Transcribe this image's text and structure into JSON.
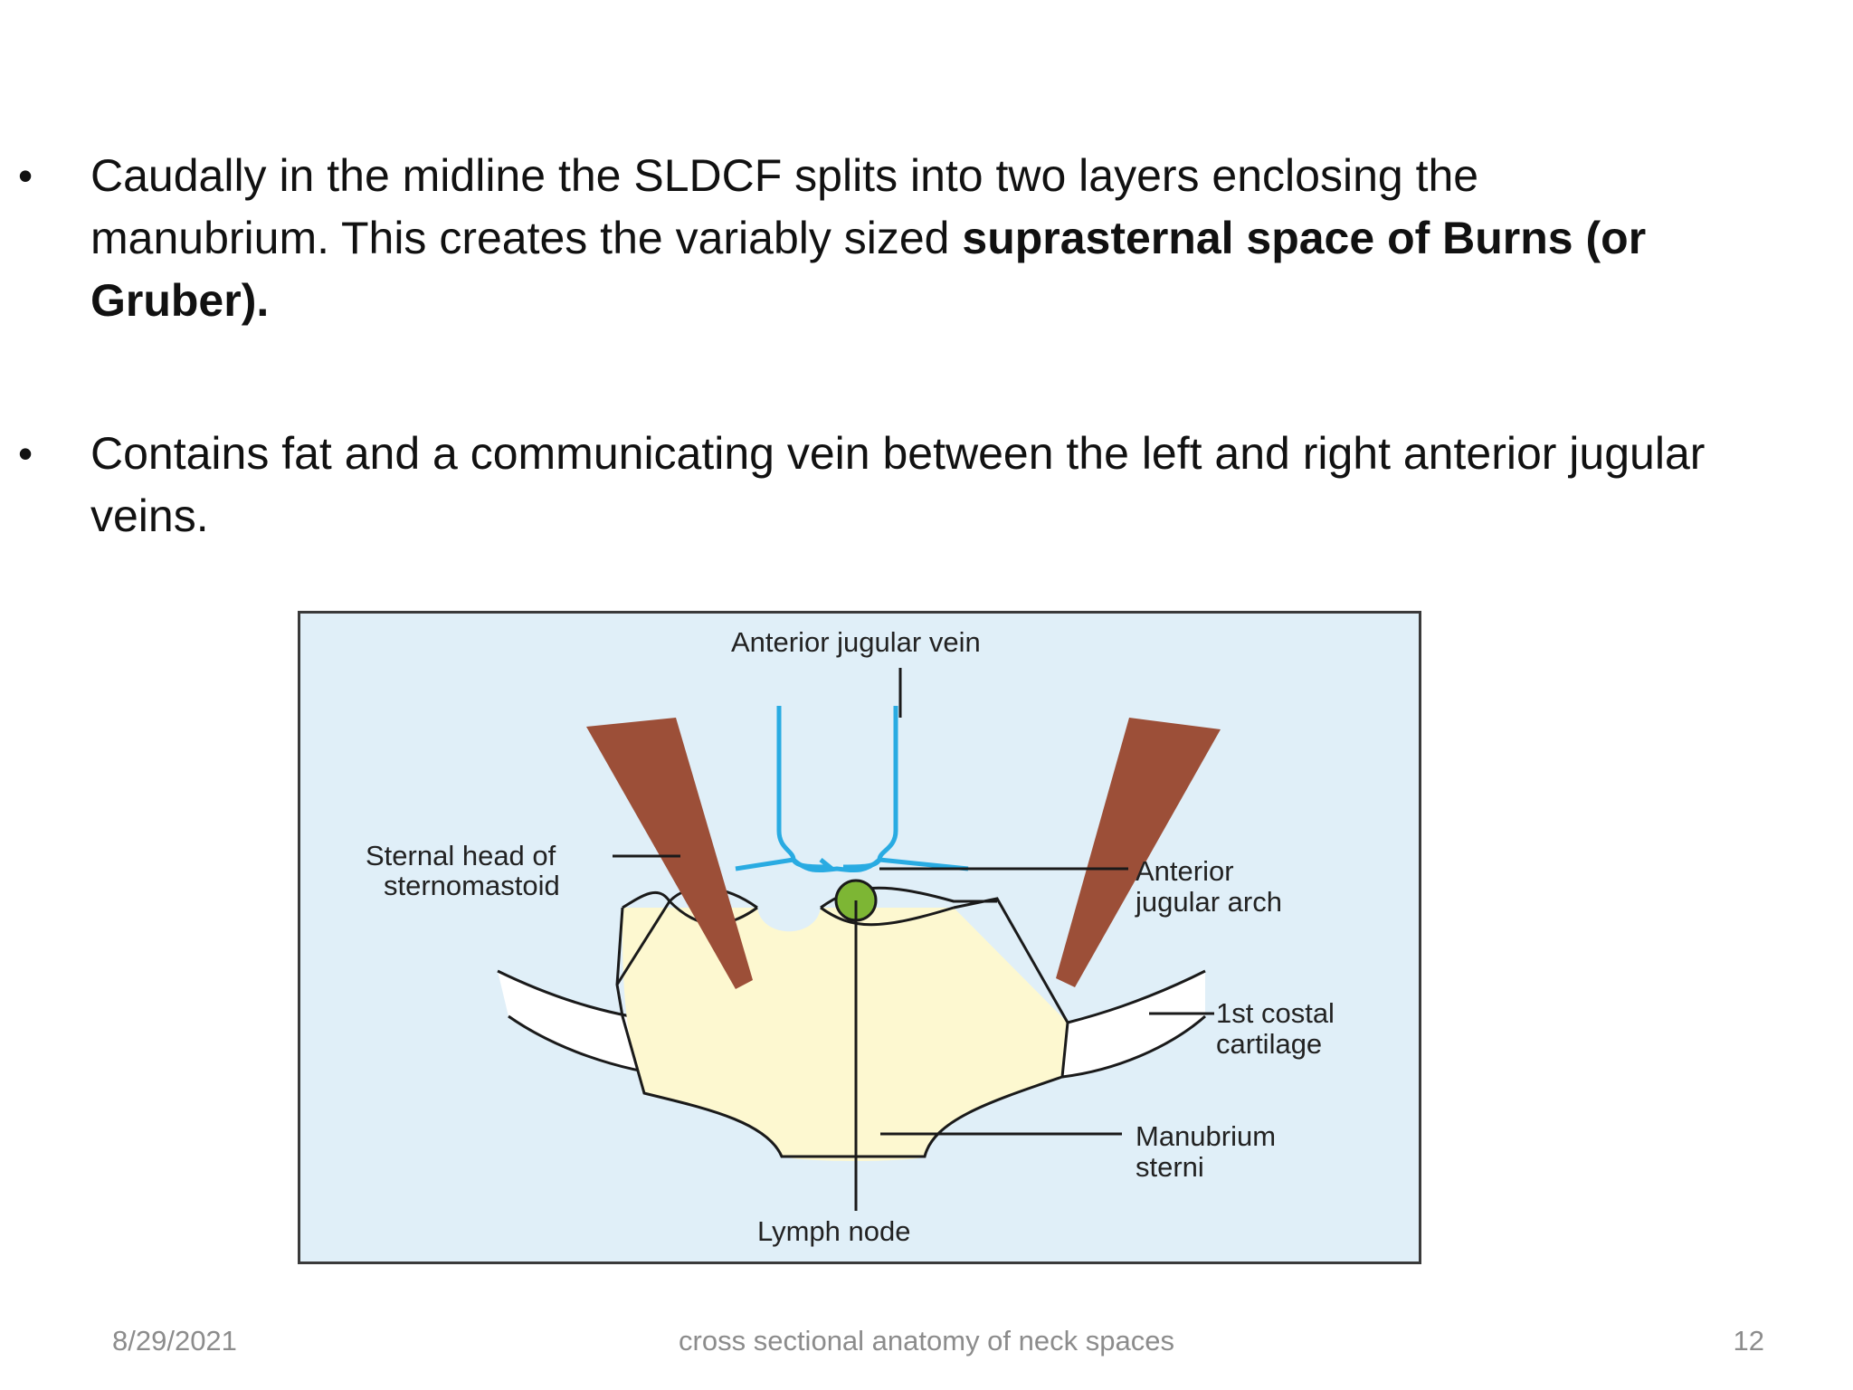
{
  "slide": {
    "bullets": [
      {
        "symbol": "•",
        "text_before": "Caudally in the midline the SLDCF splits into two layers enclosing the manubrium. This creates the variably sized ",
        "text_bold": "suprasternal space of Burns (or Gruber)."
      },
      {
        "symbol": "•",
        "text": "Contains fat and a communicating vein between the left and  right anterior jugular veins."
      }
    ]
  },
  "diagram": {
    "labels": {
      "anterior_jugular_vein": "Anterior jugular vein",
      "sternal_head_line1": "Sternal head of",
      "sternal_head_line2": "sternomastoid",
      "anterior_jugular_arch_line1": "Anterior",
      "anterior_jugular_arch_line2": "jugular arch",
      "costal_cartilage_line1": "1st costal",
      "costal_cartilage_line2": "cartilage",
      "manubrium_line1": "Manubrium",
      "manubrium_line2": "sterni",
      "lymph_node": "Lymph node"
    },
    "colors": {
      "background": "#e0eff8",
      "muscle": "#9c4f38",
      "vein": "#29abe2",
      "bone": "#fdf8d0",
      "lymph_node": "#7db634"
    }
  },
  "footer": {
    "date": "8/29/2021",
    "title": "cross sectional anatomy of neck spaces",
    "page_number": "12"
  }
}
